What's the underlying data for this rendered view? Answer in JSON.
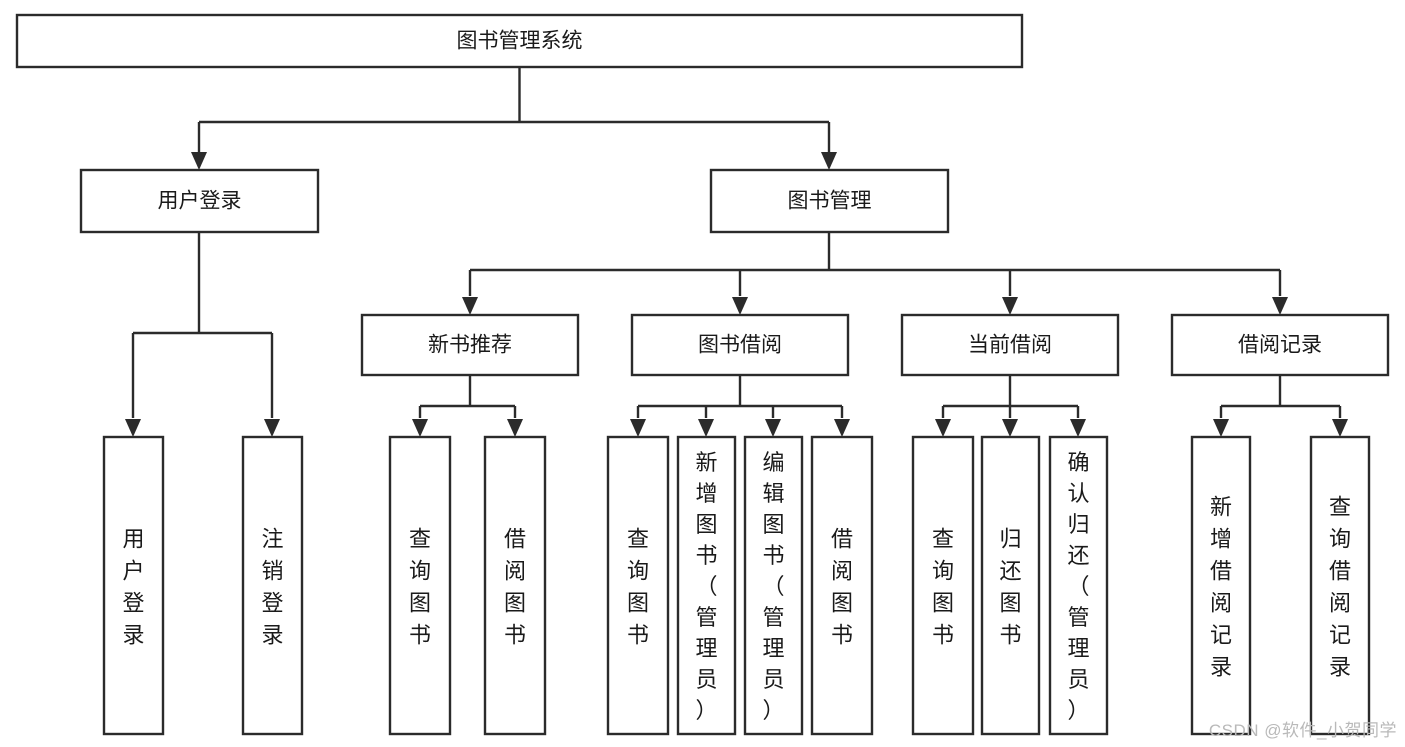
{
  "diagram": {
    "type": "tree-hierarchy",
    "title": "图书管理系统",
    "watermark": "CSDN @软件_小贺同学",
    "colors": {
      "box_fill": "#ffffff",
      "box_stroke": "#2b2b2b",
      "text": "#1a1a1a",
      "background": "#ffffff",
      "watermark": "#b9b9b9"
    },
    "levels": [
      {
        "level": 1,
        "nodes": [
          {
            "id": "root",
            "label": "图书管理系统",
            "orientation": "horizontal"
          }
        ]
      },
      {
        "level": 2,
        "nodes": [
          {
            "id": "user-login",
            "label": "用户登录",
            "orientation": "horizontal"
          },
          {
            "id": "book-manage",
            "label": "图书管理",
            "orientation": "horizontal"
          }
        ]
      },
      {
        "level": 3,
        "nodes": [
          {
            "id": "new-book-recommend",
            "label": "新书推荐",
            "orientation": "horizontal"
          },
          {
            "id": "book-borrow",
            "label": "图书借阅",
            "orientation": "horizontal"
          },
          {
            "id": "current-borrow",
            "label": "当前借阅",
            "orientation": "horizontal"
          },
          {
            "id": "borrow-record",
            "label": "借阅记录",
            "orientation": "horizontal"
          }
        ]
      },
      {
        "level": 4,
        "nodes": [
          {
            "id": "leaf-user-login",
            "label": "用户登录",
            "orientation": "vertical",
            "parent": "user-login"
          },
          {
            "id": "leaf-logout",
            "label": "注销登录",
            "orientation": "vertical",
            "parent": "user-login"
          },
          {
            "id": "leaf-query-book-1",
            "label": "查询图书",
            "orientation": "vertical",
            "parent": "new-book-recommend"
          },
          {
            "id": "leaf-borrow-book-1",
            "label": "借阅图书",
            "orientation": "vertical",
            "parent": "new-book-recommend"
          },
          {
            "id": "leaf-query-book-2",
            "label": "查询图书",
            "orientation": "vertical",
            "parent": "book-borrow"
          },
          {
            "id": "leaf-add-book",
            "label": "新增图书（管理员）",
            "orientation": "vertical",
            "parent": "book-borrow"
          },
          {
            "id": "leaf-edit-book",
            "label": "编辑图书（管理员）",
            "orientation": "vertical",
            "parent": "book-borrow"
          },
          {
            "id": "leaf-borrow-book-2",
            "label": "借阅图书",
            "orientation": "vertical",
            "parent": "book-borrow"
          },
          {
            "id": "leaf-query-book-3",
            "label": "查询图书",
            "orientation": "vertical",
            "parent": "current-borrow"
          },
          {
            "id": "leaf-return-book",
            "label": "归还图书",
            "orientation": "vertical",
            "parent": "current-borrow"
          },
          {
            "id": "leaf-confirm-return",
            "label": "确认归还（管理员）",
            "orientation": "vertical",
            "parent": "current-borrow"
          },
          {
            "id": "leaf-add-record",
            "label": "新增借阅记录",
            "orientation": "vertical",
            "parent": "borrow-record"
          },
          {
            "id": "leaf-query-record",
            "label": "查询借阅记录",
            "orientation": "vertical",
            "parent": "borrow-record"
          }
        ]
      }
    ]
  }
}
